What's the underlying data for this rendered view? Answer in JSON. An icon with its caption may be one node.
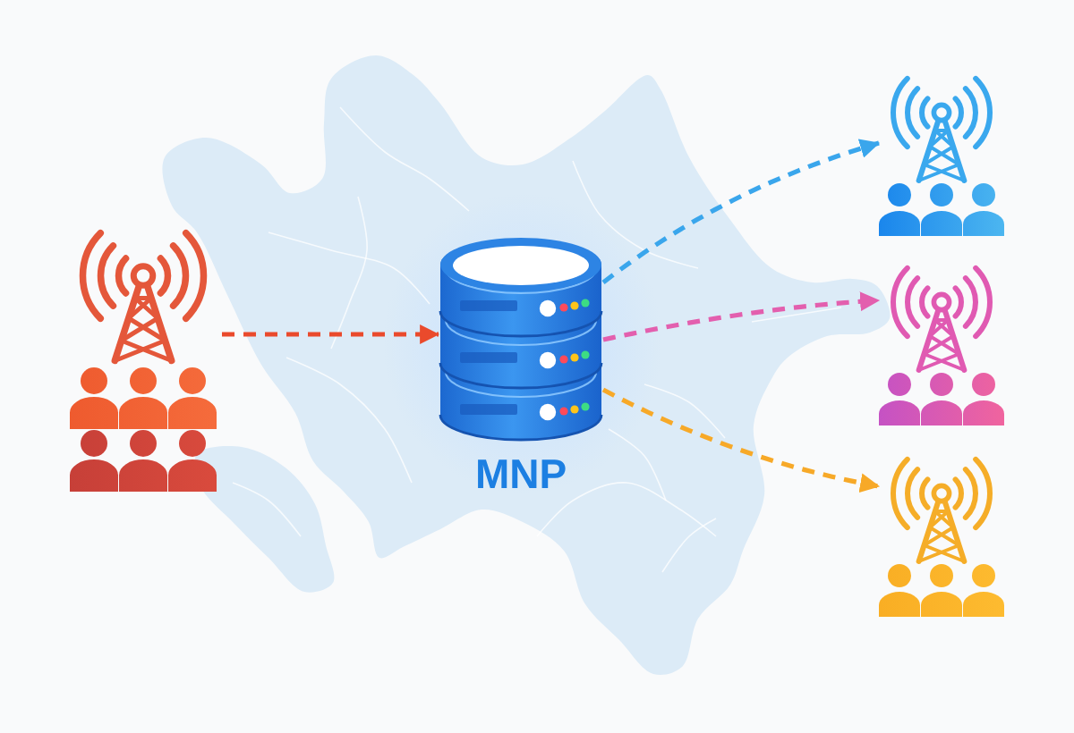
{
  "diagram": {
    "nodes": [
      {
        "text": [],
        "shape": "picture"
      },
      {
        "text": [
          "MNP"
        ]
      },
      {
        "text": [],
        "shape": "picture"
      },
      {
        "text": [],
        "shape": "picture"
      },
      {
        "text": [],
        "shape": "picture"
      }
    ],
    "edges": [
      {
        "from": 0,
        "to": 1,
        "arrow": "to",
        "style": "dashed",
        "color": "#ea4a2c"
      },
      {
        "from": 1,
        "to": 2,
        "arrow": "to",
        "style": "dashed",
        "color": "#3aa6ec"
      },
      {
        "from": 1,
        "to": 3,
        "arrow": "to",
        "style": "dashed",
        "color": "#e35fae"
      },
      {
        "from": 1,
        "to": 4,
        "arrow": "to",
        "style": "dashed",
        "color": "#f7a928"
      }
    ]
  }
}
